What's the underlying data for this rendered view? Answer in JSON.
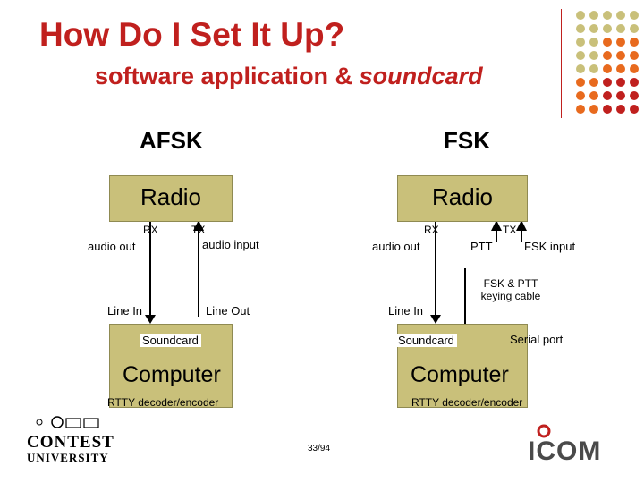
{
  "slide": {
    "title": "How Do I Set It Up?",
    "subtitle_part1": "software application & ",
    "subtitle_part2": "soundcard",
    "page_number": "33/94"
  },
  "afsk": {
    "heading": "AFSK",
    "radio": "Radio",
    "rx": "RX",
    "tx": "TX",
    "audio_out": "audio out",
    "audio_input": "audio input",
    "line_in": "Line In",
    "line_out": "Line Out",
    "soundcard": "Soundcard",
    "computer": "Computer",
    "decoder": "RTTY decoder/encoder"
  },
  "fsk": {
    "heading": "FSK",
    "radio": "Radio",
    "rx": "RX",
    "tx": "TX",
    "audio_out": "audio out",
    "ptt": "PTT",
    "fsk_input": "FSK input",
    "cable": "FSK & PTT keying cable",
    "line_in": "Line In",
    "soundcard": "Soundcard",
    "serial_port": "Serial port",
    "computer": "Computer",
    "decoder": "RTTY decoder/encoder"
  },
  "logos": {
    "left_line1": "CONTEST",
    "left_line2": "UNIVERSITY",
    "right": "ICOM"
  },
  "colors": {
    "title": "#c0201e",
    "box_fill": "#c9c07a",
    "dot_olive": "#c9c07a",
    "dot_orange": "#e86a1e",
    "dot_red": "#c0201e"
  }
}
